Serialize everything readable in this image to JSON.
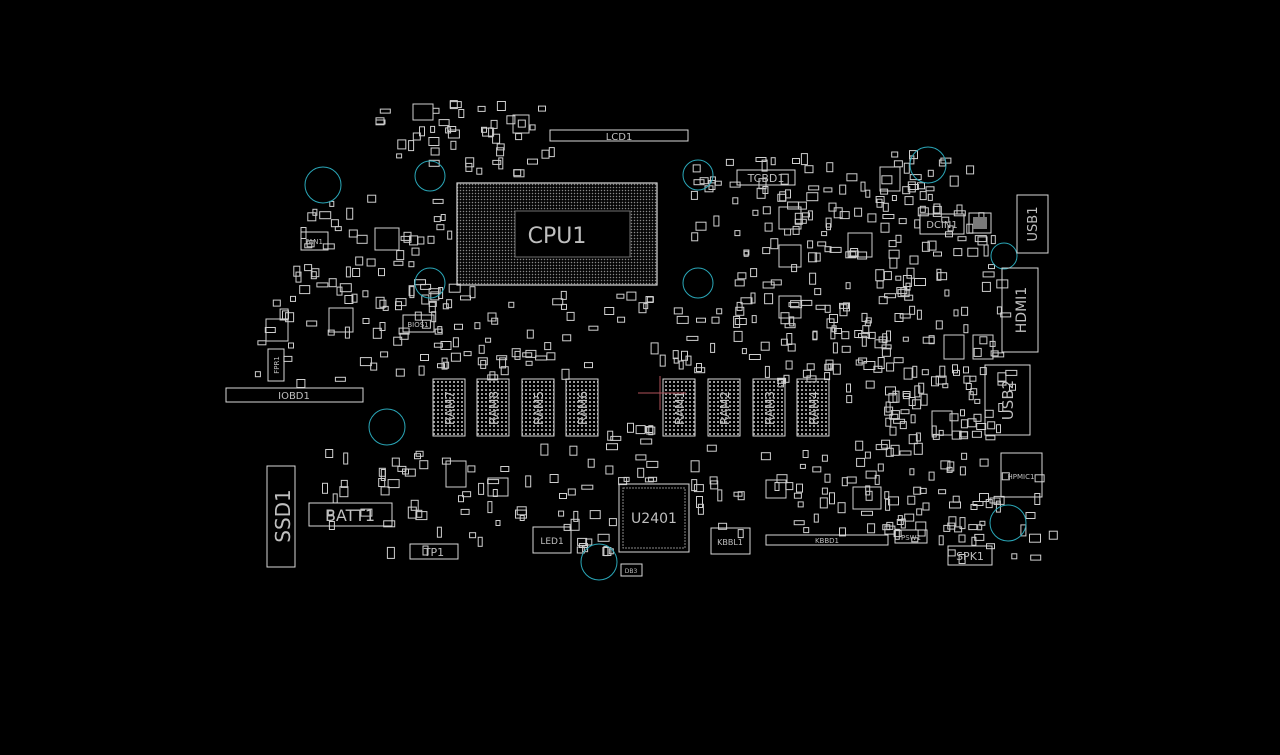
{
  "colors": {
    "background": "#000000",
    "silkscreen": "#d9d9d9",
    "label": "#bfbfbf",
    "mounting_hole": "#2aa7b8",
    "cursor": "#b0525a"
  },
  "components": {
    "lcd1": "LCD1",
    "tcbd1": "TCBD1",
    "cpu1": "CPU1",
    "dcin1": "DCIN1",
    "usb1": "USB1",
    "fan1": "FAN1",
    "bios1": "BIOS1",
    "fpr1": "FPR1",
    "hdmi1": "HDMI1",
    "usb2": "USB2",
    "iobd1": "IOBD1",
    "ram7": "RAM7",
    "ram8": "RAM8",
    "ram5": "RAM5",
    "ram6": "RAM6",
    "ram1": "RAM1",
    "ram2": "RAM2",
    "ram3": "RAM3",
    "ram4": "RAM4",
    "ssd1": "SSD1",
    "batt1": "BATT1",
    "tp1": "TP1",
    "led1": "LED1",
    "u2401": "U2401",
    "db3": "DB3",
    "kbbl1": "KBBL1",
    "kbbd1": "KBBD1",
    "psw1": "PSW1",
    "spk1": "SPK1",
    "hpmic1": "HPMIC1"
  }
}
